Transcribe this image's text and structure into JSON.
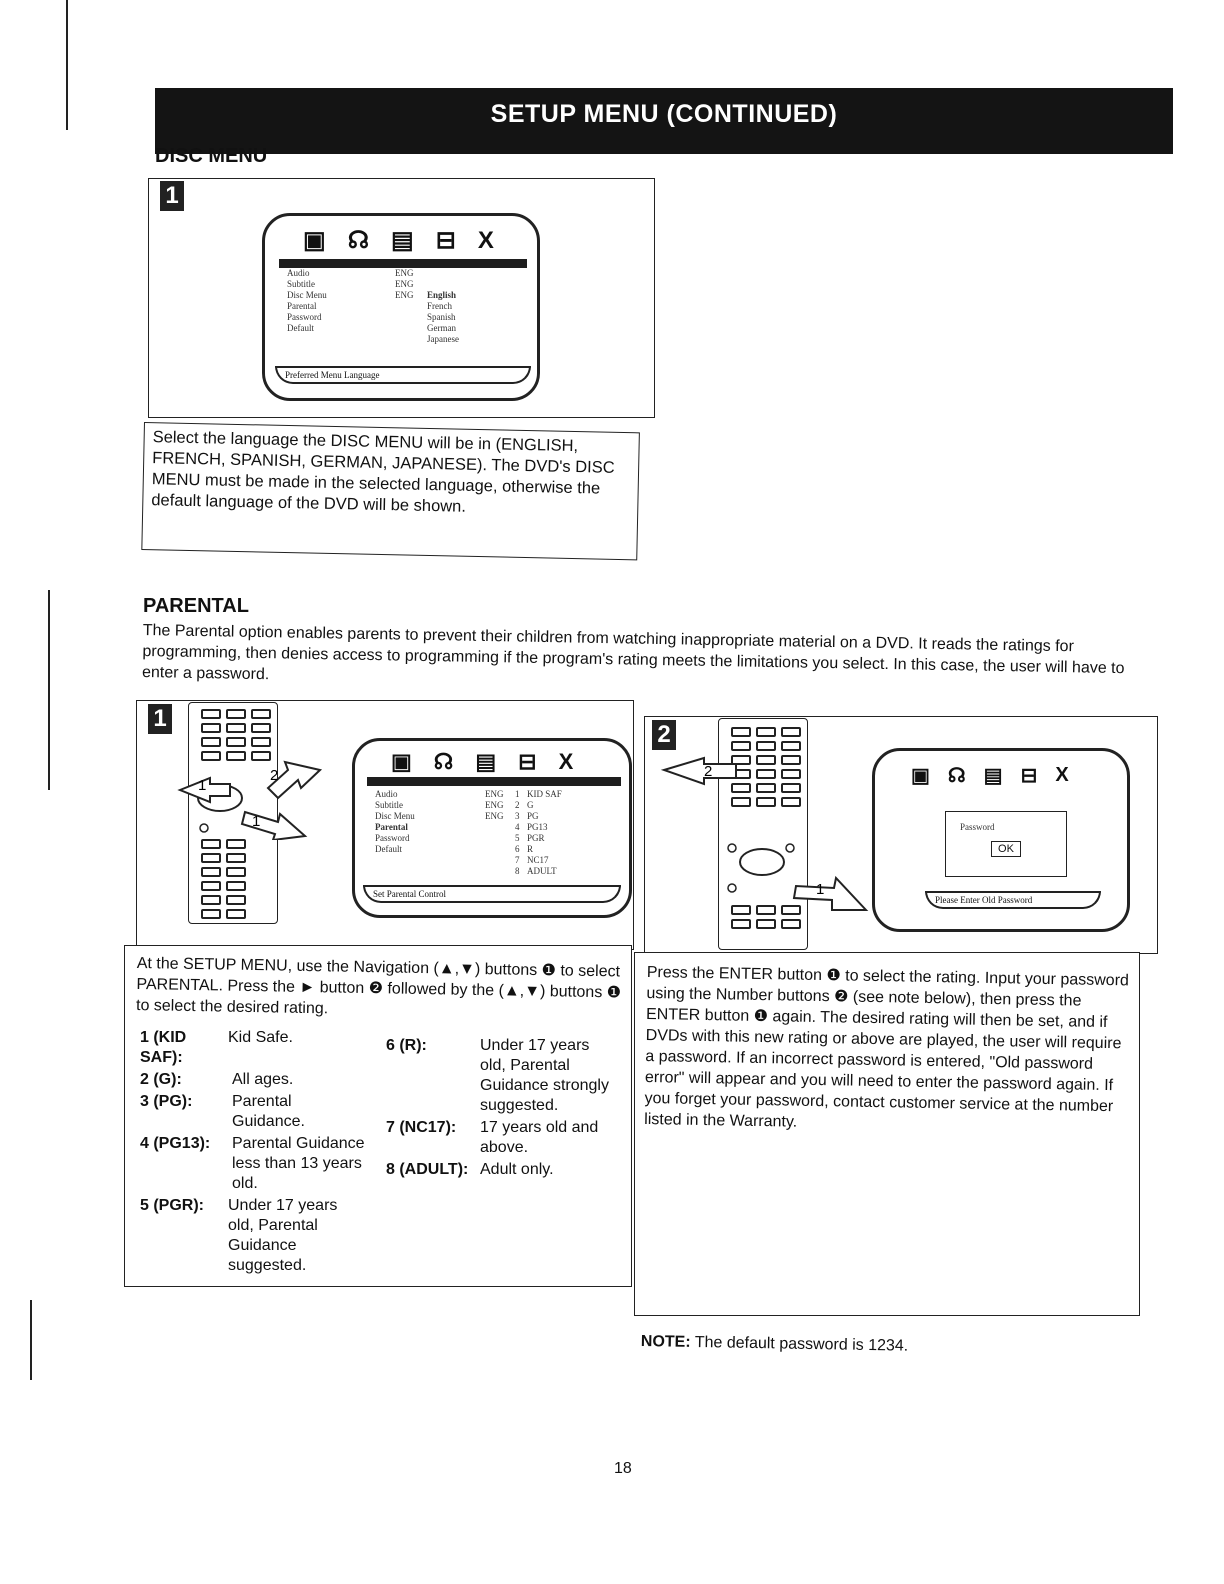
{
  "header": {
    "title": "SETUP MENU (CONTINUED)"
  },
  "disc_menu": {
    "heading": "DISC MENU",
    "step_number": "1",
    "screen": {
      "menu_items": [
        "Audio",
        "Subtitle",
        "Disc Menu",
        "Parental",
        "Password",
        "Default"
      ],
      "values": [
        "ENG",
        "ENG",
        "ENG"
      ],
      "languages": [
        "English",
        "French",
        "Spanish",
        "German",
        "Japanese"
      ],
      "status": "Preferred Menu Language"
    },
    "description": "Select the language the DISC MENU will be in (ENGLISH, FRENCH, SPANISH, GERMAN, JAPANESE). The DVD's DISC MENU must be made in the selected language, otherwise the default language of the DVD will be shown."
  },
  "parental": {
    "heading": "PARENTAL",
    "intro": "The Parental option enables parents to prevent their children from watching inappropriate material on a DVD. It reads the ratings for programming, then denies access to programming if the program's rating meets the limitations you select. In this case, the user will have to enter a password.",
    "step1": {
      "number": "1",
      "arrow_labels": [
        "1",
        "2",
        "1"
      ],
      "screen": {
        "menu_items": [
          "Audio",
          "Subtitle",
          "Disc Menu",
          "Parental",
          "Password",
          "Default"
        ],
        "values": [
          "ENG",
          "ENG",
          "ENG"
        ],
        "rating_numbers": [
          "1",
          "2",
          "3",
          "4",
          "5",
          "6",
          "7",
          "8"
        ],
        "rating_names": [
          "KID SAF",
          "G",
          "PG",
          "PG13",
          "PGR",
          "R",
          "NC17",
          "ADULT"
        ],
        "status": "Set Parental Control"
      },
      "instructions": "At the SETUP MENU, use the Navigation (▲,▼) buttons ❶ to select PARENTAL. Press the ► button ❷ followed by the (▲,▼) buttons ❶ to select the desired rating.",
      "ratings_left": [
        {
          "code": "1 (KID SAF):",
          "desc": "Kid Safe."
        },
        {
          "code": "2 (G):",
          "desc": "All ages."
        },
        {
          "code": "3 (PG):",
          "desc": "Parental Guidance."
        },
        {
          "code": "4 (PG13):",
          "desc": "Parental Guidance less than 13 years old."
        },
        {
          "code": "5 (PGR):",
          "desc": "Under 17 years old, Parental Guidance suggested."
        }
      ],
      "ratings_right": [
        {
          "code": "6 (R):",
          "desc": "Under 17 years old, Parental Guidance strongly suggested."
        },
        {
          "code": "7 (NC17):",
          "desc": "17 years old and above."
        },
        {
          "code": "8 (ADULT):",
          "desc": "Adult only."
        }
      ]
    },
    "step2": {
      "number": "2",
      "arrow_labels": [
        "2",
        "1"
      ],
      "screen": {
        "password_label": "Password",
        "ok_label": "OK",
        "status": "Please Enter Old Password"
      },
      "instructions": "Press the ENTER button ❶ to select the rating. Input your password using the Number buttons ❷ (see note below), then press the ENTER button ❶ again. The desired rating will then be set, and if DVDs with this new rating or above are played, the user will require a password. If an incorrect password is entered, \"Old password error\" will appear and you will need to enter the password again. If you forget your password, contact customer service at the number listed in the Warranty."
    }
  },
  "note": {
    "label": "NOTE:",
    "text": "The default password is 1234."
  },
  "page_number": "18",
  "icons": [
    "language-icon",
    "audio-icon",
    "video-icon",
    "speaker-icon",
    "exit-icon"
  ]
}
